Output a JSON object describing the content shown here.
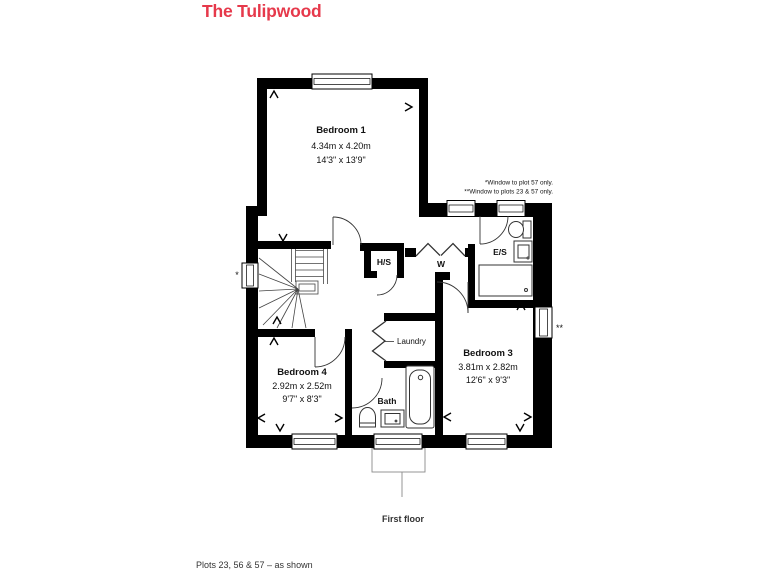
{
  "title": "The Tulipwood",
  "colors": {
    "accent": "#e6394b",
    "wall": "#000000"
  },
  "rooms": {
    "bedroom1": {
      "name": "Bedroom 1",
      "metric": "4.34m x 4.20m",
      "imperial": "14'3\" x 13'9\""
    },
    "bedroom4": {
      "name": "Bedroom 4",
      "metric": "2.92m x 2.52m",
      "imperial": "9'7\" x 8'3\""
    },
    "bedroom3": {
      "name": "Bedroom 3",
      "metric": "3.81m x 2.82m",
      "imperial": "12'6\" x 9'3\""
    },
    "hs": "H/S",
    "wardrobe": "W",
    "ensuite": "E/S",
    "laundry": "Laundry",
    "bath": "Bath"
  },
  "notes": {
    "line1": "*Window to plot 57 only.",
    "line2": "**Window to plots 23 & 57 only."
  },
  "markers": {
    "single": "*",
    "double": "**"
  },
  "floor_label": "First floor",
  "plots_label": "Plots 23, 56 & 57 – as shown"
}
